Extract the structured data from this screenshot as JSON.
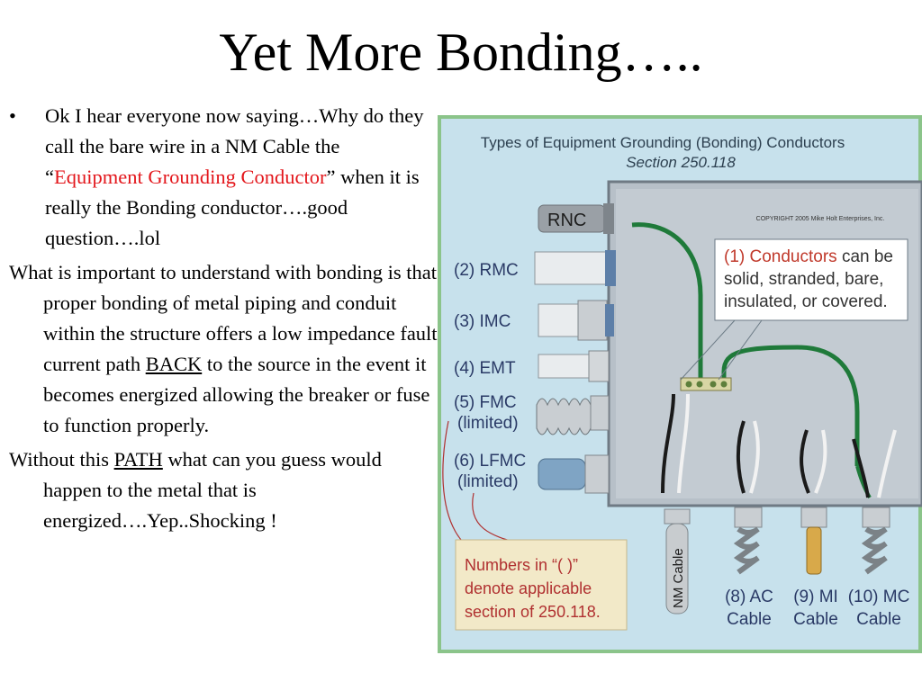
{
  "slide": {
    "title": "Yet More Bonding….."
  },
  "body": {
    "bullet_marker": "•",
    "p1_a": "Ok I hear everyone now saying…Why do they call the bare wire in a NM Cable the “",
    "p1_red": "Equipment Grounding Conductor",
    "p1_b": "” when it is really the Bonding conductor….good question….lol",
    "p2_a": "What is important to understand with bonding is that proper bonding of metal piping and conduit within the structure offers a low impedance fault current path ",
    "p2_u": "BACK",
    "p2_b": " to the source in the event it becomes energized allowing the breaker or fuse to function properly.",
    "p3_a": "Without this ",
    "p3_u": "PATH",
    "p3_b": " what can you guess would happen to the metal that is energized….Yep..Shocking !"
  },
  "figure": {
    "title_line1": "Types of Equipment Grounding (Bonding) Conductors",
    "title_line2": "Section 250.118",
    "copyright": "COPYRIGHT 2005  Mike Holt Enterprises, Inc.",
    "rnc": "RNC",
    "rmc": "(2) RMC",
    "imc": "(3) IMC",
    "emt": "(4) EMT",
    "fmc": "(5) FMC",
    "fmc_limited": "(limited)",
    "lfmc": "(6) LFMC",
    "lfmc_limited": "(limited)",
    "callout_1": "(1) Conductors",
    "callout_1b": " can be",
    "callout_2": "solid, stranded, bare,",
    "callout_3": "insulated, or covered.",
    "note_1": "Numbers in “( )”",
    "note_2": "denote applicable",
    "note_3": "section of 250.118.",
    "nm_cable": "NM Cable",
    "ac_1": "(8) AC",
    "ac_2": "Cable",
    "mi_1": "(9) MI",
    "mi_2": "Cable",
    "mc_1": "(10) MC",
    "mc_2": "Cable",
    "colors": {
      "background": "#c7e1ec",
      "border": "#8bc48a",
      "box": "#b7c0c8",
      "wire_green": "#1f7a3a",
      "callout_text": "#c0392b"
    }
  }
}
